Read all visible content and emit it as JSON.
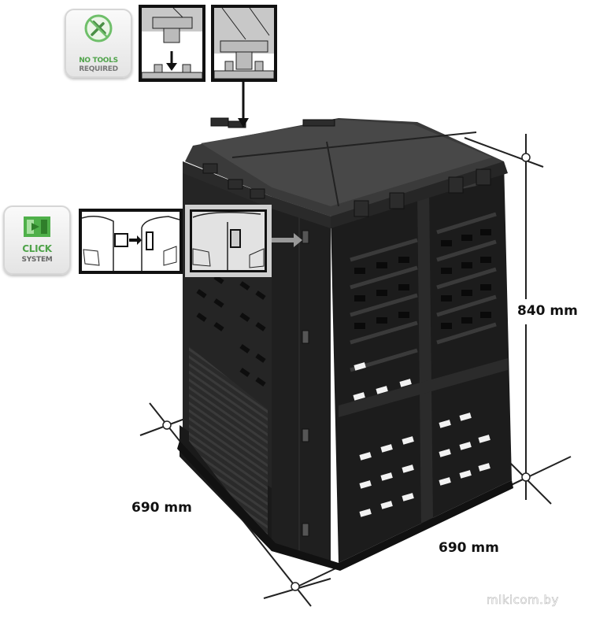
{
  "badges": {
    "no_tools": {
      "line1": "NO TOOLS",
      "line2": "REQUIRED",
      "icon": "wrench-crossed-icon",
      "color": "#4fa34a"
    },
    "click_system": {
      "line1": "CLICK",
      "line2": "SYSTEM",
      "icon": "click-connector-icon",
      "color": "#4fa34a"
    }
  },
  "insets": {
    "lid_step1": "lid-clip-before-icon",
    "lid_step2": "lid-clip-after-icon",
    "panel_step1": "panel-clip-before-icon",
    "panel_step2": "panel-clip-after-icon"
  },
  "dimensions": {
    "height": "840 mm",
    "width_left": "690 mm",
    "width_right": "690 mm"
  },
  "product": {
    "name": "compost-bin",
    "body_color": "#1c1c1c",
    "lid_color": "#3a3a3a"
  },
  "watermark": "mlkicom.by"
}
